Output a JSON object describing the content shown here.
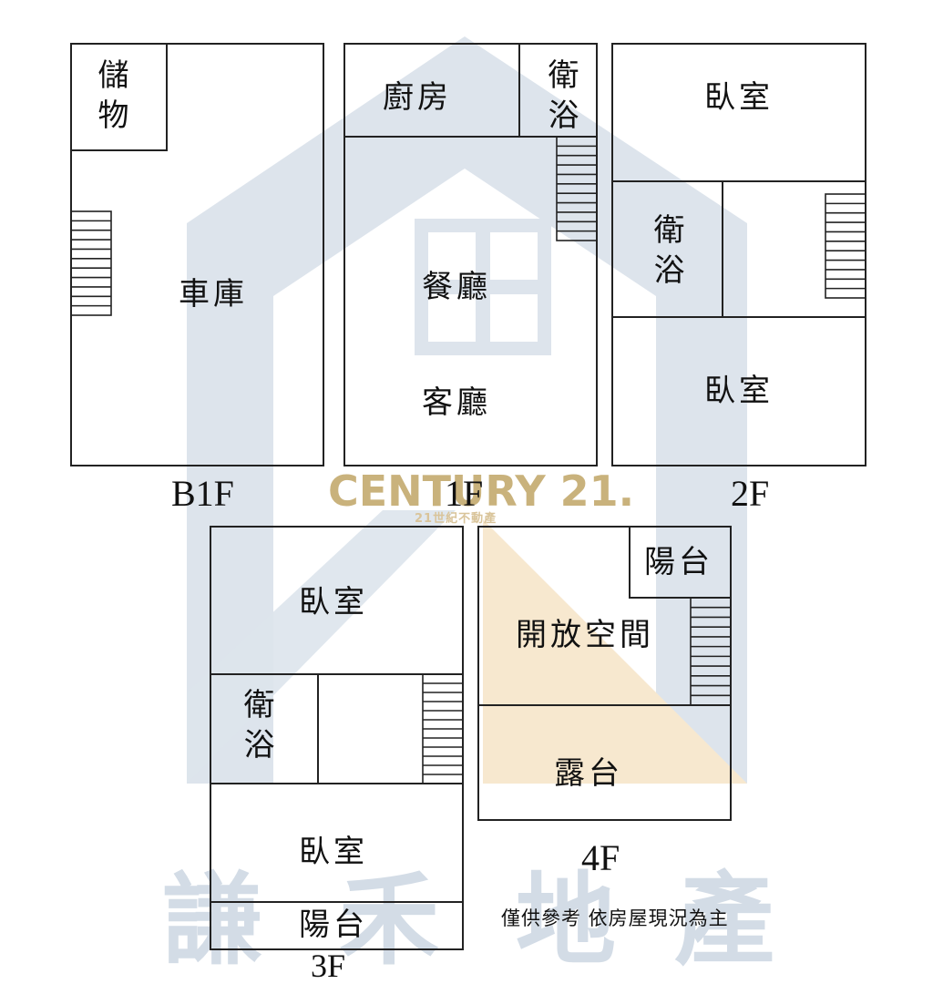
{
  "watermark": {
    "brand": "CENTURY 21.",
    "brand_sub": "21世紀不動產",
    "agency": [
      "謙",
      "禾",
      "地",
      "產"
    ]
  },
  "floors": {
    "b1f": {
      "label": "B1F",
      "rooms": {
        "storage": "儲物",
        "garage": "車庫"
      }
    },
    "f1": {
      "label": "1F",
      "rooms": {
        "kitchen": "廚房",
        "bath": "衛浴",
        "dining": "餐廳",
        "living": "客廳"
      }
    },
    "f2": {
      "label": "2F",
      "rooms": {
        "bedroom_top": "臥室",
        "bath": "衛浴",
        "bedroom_bottom": "臥室"
      }
    },
    "f3": {
      "label": "3F",
      "rooms": {
        "bedroom_top": "臥室",
        "bath": "衛浴",
        "bedroom_bottom": "臥室",
        "balcony": "陽台"
      }
    },
    "f4": {
      "label": "4F",
      "rooms": {
        "balcony": "陽台",
        "open_space": "開放空間",
        "terrace": "露台"
      }
    }
  },
  "disclaimer": "僅供參考 依房屋現況為主",
  "colors": {
    "line": "#222222",
    "watermark_blue": "#dde4ec",
    "watermark_orange": "#f7e8cf",
    "brand_gold": "#c9b27c"
  }
}
